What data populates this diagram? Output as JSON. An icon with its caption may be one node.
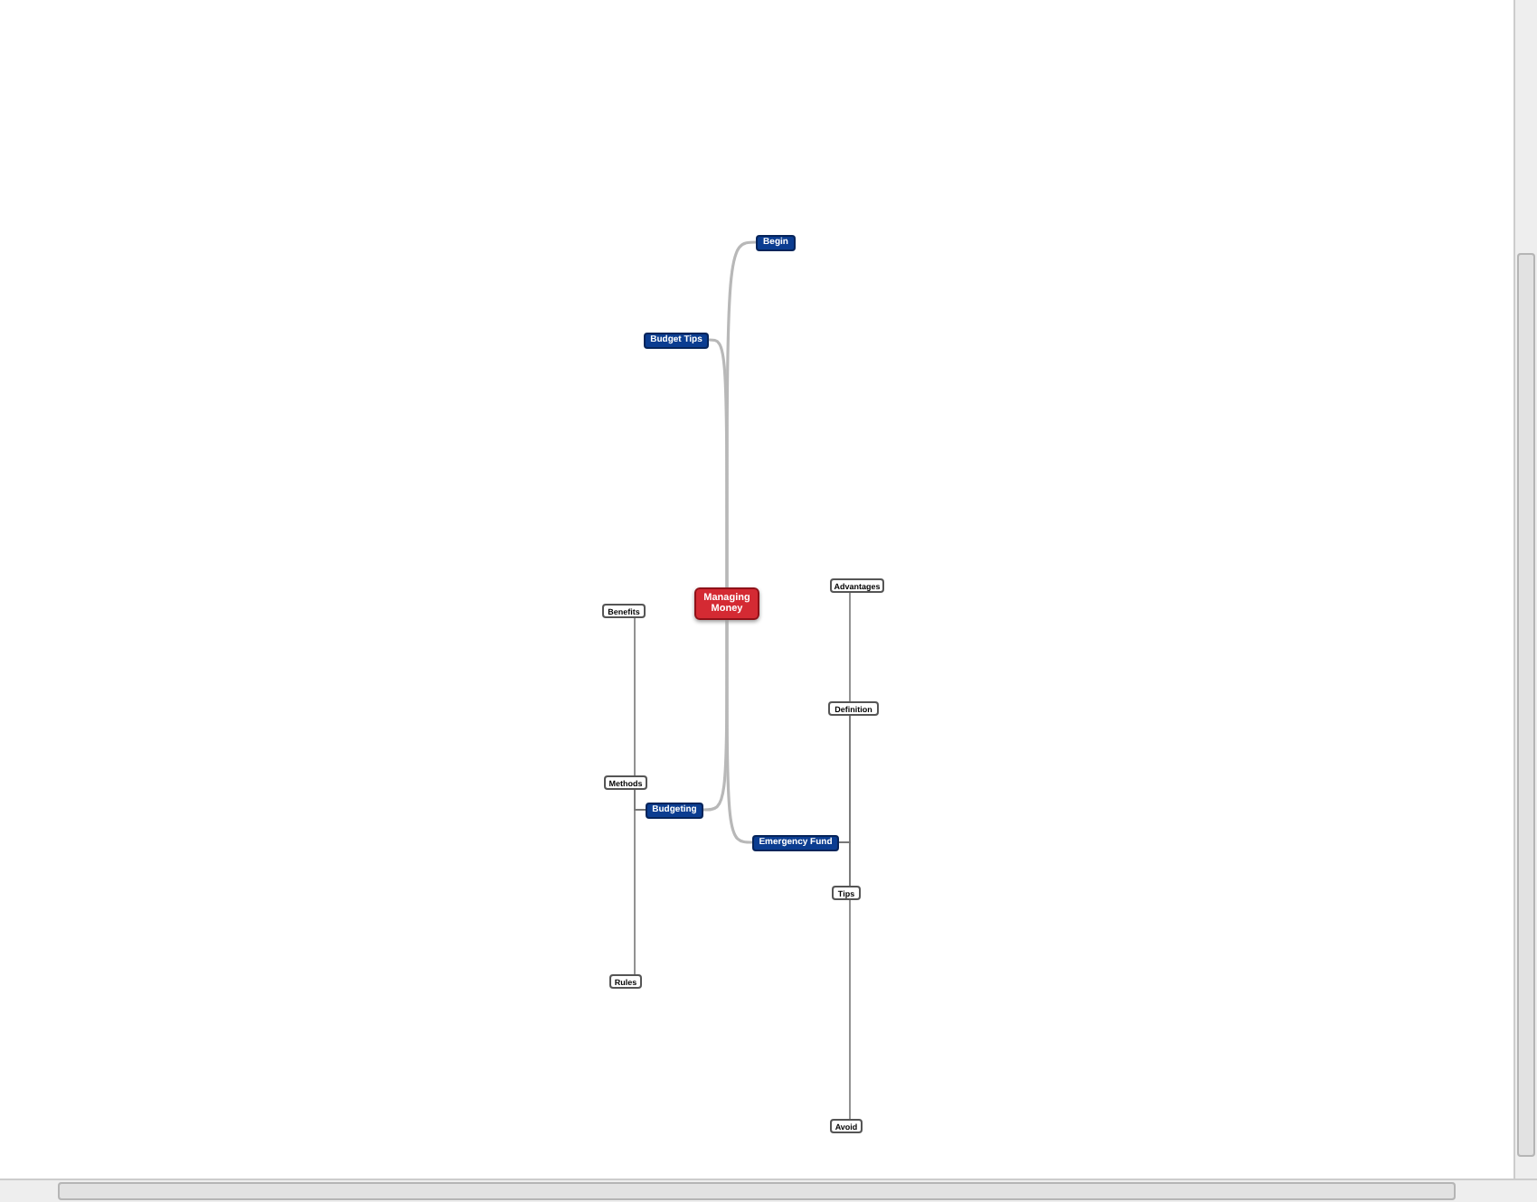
{
  "diagram": {
    "nodes": [
      {
        "text": [
          "Managing Money"
        ]
      },
      {
        "text": [
          "Begin"
        ]
      },
      {
        "text": [
          "Budget Tips"
        ]
      },
      {
        "text": [
          "Budgeting"
        ]
      },
      {
        "text": [
          "Emergency Fund"
        ]
      },
      {
        "text": [
          "Advantages"
        ]
      },
      {
        "text": [
          "Definition"
        ]
      },
      {
        "text": [
          "Tips"
        ]
      },
      {
        "text": [
          "Avoid"
        ]
      },
      {
        "text": [
          "Benefits"
        ]
      },
      {
        "text": [
          "Methods"
        ]
      },
      {
        "text": [
          "Rules"
        ]
      }
    ],
    "edges": [
      {
        "from": 0,
        "to": 1,
        "arrow": "none"
      },
      {
        "from": 0,
        "to": 2,
        "arrow": "none"
      },
      {
        "from": 0,
        "to": 3,
        "arrow": "none"
      },
      {
        "from": 0,
        "to": 4,
        "arrow": "none"
      },
      {
        "from": 4,
        "to": 5,
        "arrow": "none"
      },
      {
        "from": 4,
        "to": 6,
        "arrow": "none"
      },
      {
        "from": 4,
        "to": 7,
        "arrow": "none"
      },
      {
        "from": 4,
        "to": 8,
        "arrow": "none"
      },
      {
        "from": 3,
        "to": 9,
        "arrow": "none"
      },
      {
        "from": 3,
        "to": 10,
        "arrow": "none"
      },
      {
        "from": 3,
        "to": 11,
        "arrow": "none"
      }
    ]
  }
}
